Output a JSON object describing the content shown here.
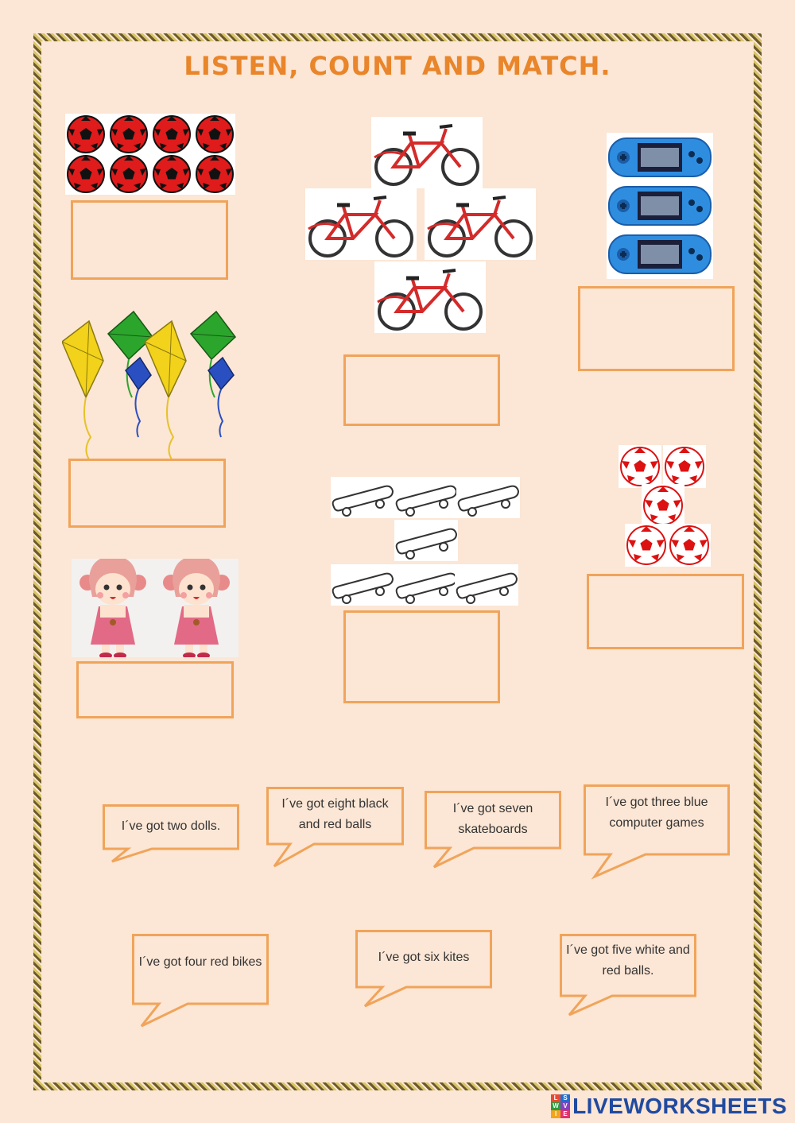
{
  "title": "LISTEN, COUNT AND MATCH.",
  "colors": {
    "accent": "#f0a45a",
    "title": "#e9852a",
    "background": "#fce6d5"
  },
  "pictures": {
    "black_red_balls": {
      "count": 8,
      "icon": "soccer-ball-black-red-icon"
    },
    "red_bikes": {
      "count": 4,
      "icon": "red-bike-icon"
    },
    "blue_computer_games": {
      "count": 3,
      "icon": "handheld-game-icon"
    },
    "kites": {
      "count": 6,
      "icon": "kite-icon"
    },
    "skateboards": {
      "count": 7,
      "icon": "skateboard-icon"
    },
    "white_red_balls": {
      "count": 5,
      "icon": "soccer-ball-white-red-icon"
    },
    "dolls": {
      "count": 2,
      "icon": "doll-icon"
    }
  },
  "bubbles": [
    "I´ve got two dolls.",
    "I´ve got eight black and red balls",
    "I´ve got seven skateboards",
    "I´ve got three blue computer games",
    "I´ve got four red bikes",
    "I´ve got six kites",
    "I´ve got five white and red balls."
  ],
  "footer": {
    "logo": "LIVEWORKSHEETS"
  }
}
